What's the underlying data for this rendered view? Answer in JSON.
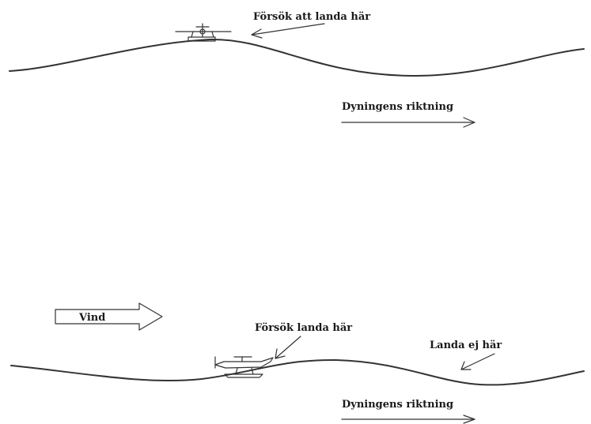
{
  "labels": {
    "top_pointer": "Försök att landa här",
    "top_swell": "Dyningens riktning",
    "wind": "Vind",
    "bottom_pointer": "Försök landa här",
    "no_land": "Landa ej här",
    "bottom_swell": "Dyningens riktning"
  },
  "icons": {
    "top_aircraft": "seaplane-icon",
    "bottom_aircraft": "seaplane-icon"
  }
}
